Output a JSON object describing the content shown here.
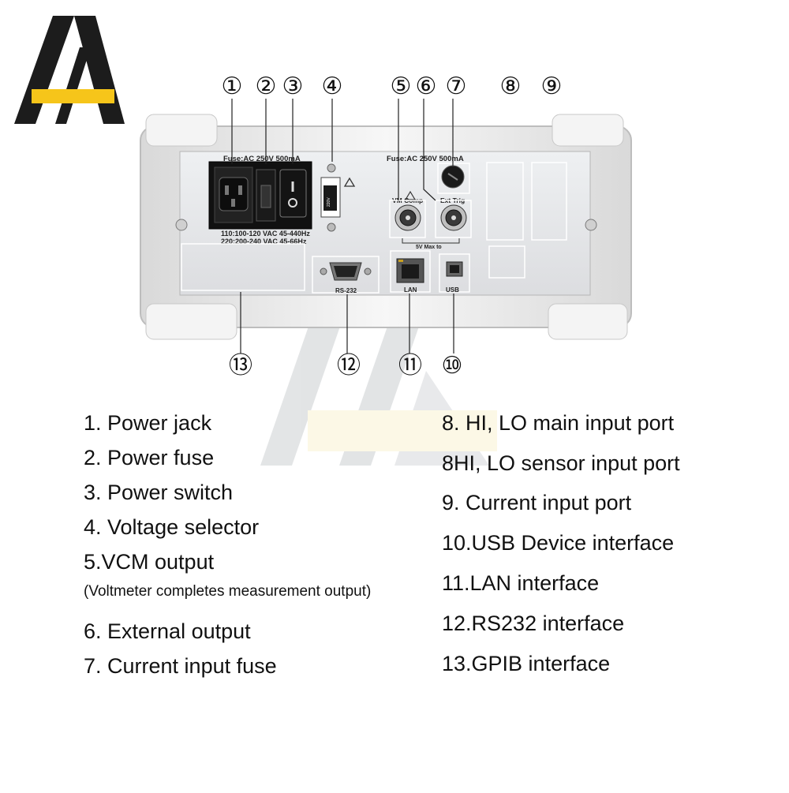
{
  "panel": {
    "fuse_label_left": "Fuse:AC 250V 500mA",
    "fuse_label_right": "Fuse:AC 250V 500mA",
    "voltage_line_1": "110:100-120 VAC  45-440Hz",
    "voltage_line_2": "220:200-240 VAC  45-66Hz",
    "selector_label": "220V",
    "vm_comp_label": "VM Comp",
    "ext_trig_label": "Ext Trig",
    "max_label": "5V Max to",
    "rs232_label": "RS-232",
    "lan_label": "LAN",
    "usb_label": "USB"
  },
  "callouts": {
    "top": [
      "①",
      "②",
      "③",
      "④",
      "⑤",
      "⑥",
      "⑦",
      "⑧",
      "⑨"
    ],
    "bottom": [
      "⑬",
      "⑫",
      "⑪",
      "⑩"
    ]
  },
  "legend": {
    "left": [
      "1. Power jack",
      "2. Power fuse",
      "3. Power switch",
      "4. Voltage selector",
      "5.VCM output",
      "(Voltmeter completes measurement output)",
      "6. External output",
      "7. Current input fuse"
    ],
    "right": [
      "8. HI, LO main input port",
      "8HI, LO sensor input port",
      "9. Current input port",
      "10.USB Device interface",
      "11.LAN interface",
      "12.RS232 interface",
      "13.GPIB interface"
    ]
  },
  "colors": {
    "logo_dark": "#1c1c1c",
    "logo_yellow": "#f6c51a",
    "panel_face": "#e6e7ea",
    "bezel": "#f2f2f2",
    "outline": "#2a2a2a"
  }
}
